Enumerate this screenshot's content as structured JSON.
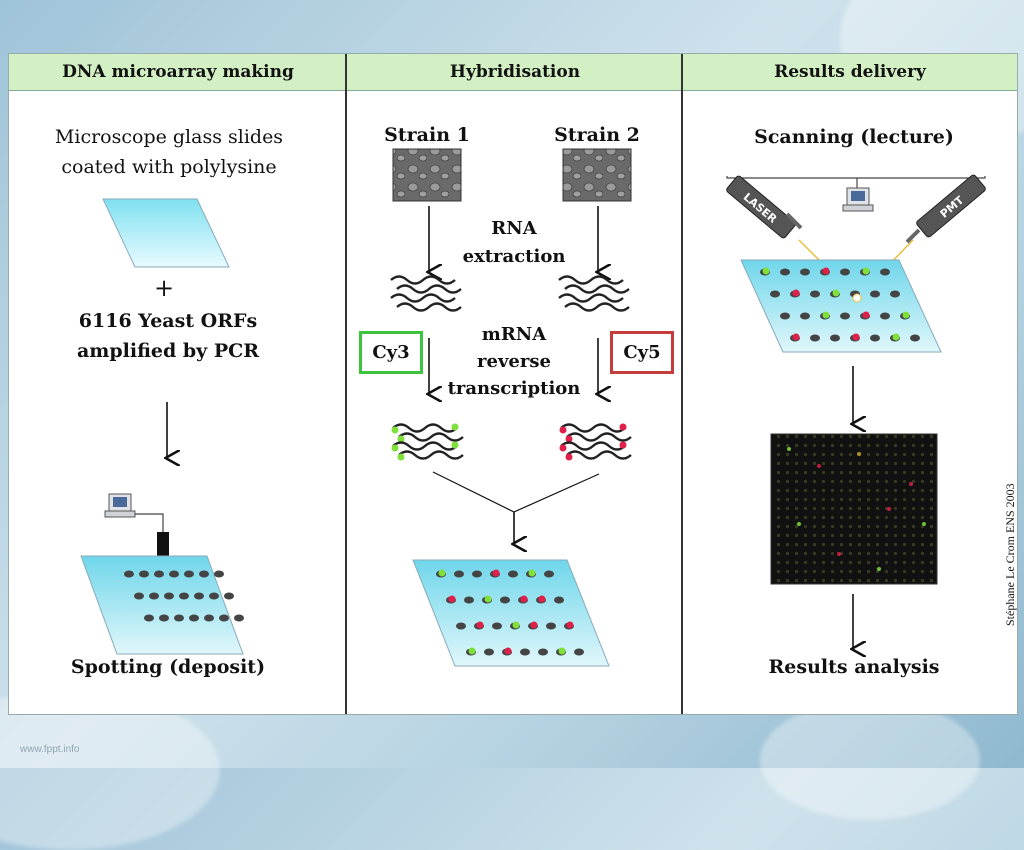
{
  "headers": [
    "DNA microarray making",
    "Hybridisation",
    "Results delivery"
  ],
  "col1": {
    "slides_line1": "Microscope glass slides",
    "slides_line2": "coated with polylysine",
    "plus": "+",
    "orfs_line1": "6116 Yeast ORFs",
    "orfs_line2": "amplified by PCR",
    "spotting": "Spotting (deposit)"
  },
  "col2": {
    "strain1": "Strain 1",
    "strain2": "Strain 2",
    "rna_line1": "RNA",
    "rna_line2": "extraction",
    "cy3": "Cy3",
    "cy5": "Cy5",
    "mrna_line1": "mRNA",
    "mrna_line2": "reverse",
    "mrna_line3": "transcription"
  },
  "col3": {
    "scanning": "Scanning (lecture)",
    "laser": "LASER",
    "pmt": "PMT",
    "results_analysis": "Results analysis"
  },
  "credit": "Stéphane Le Crom ENS 2003",
  "footer": "www.fppt.info",
  "colors": {
    "header_bg": "#d2f0c4",
    "cy3_border": "#3cc43c",
    "cy5_border": "#c43c3c",
    "slide_cyan": "#7fe0f0",
    "spot_green": "#7fe03a",
    "spot_red": "#e0204a"
  }
}
